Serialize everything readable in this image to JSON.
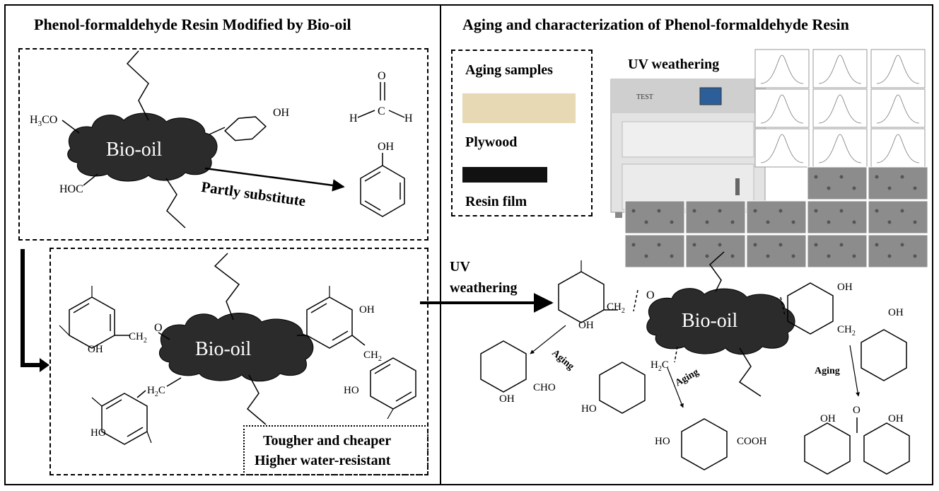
{
  "left_panel": {
    "title": "Phenol-formaldehyde Resin Modified by Bio-oil",
    "biooil_label": "Bio-oil",
    "substitute_label": "Partly substitute",
    "groups": {
      "h3co": "H3CO",
      "hoc": "HOC",
      "oh": "OH",
      "h": "H",
      "o": "O",
      "ch2": "CH2",
      "ho": "HO",
      "h2c": "H2C"
    },
    "note_line1": "Tougher and cheaper",
    "note_line2": "Higher water-resistant"
  },
  "right_panel": {
    "title": "Aging and characterization of Phenol-formaldehyde Resin",
    "samples_heading": "Aging samples",
    "plywood_label": "Plywood",
    "resin_film_label": "Resin film",
    "uv_label": "UV weathering",
    "arrow_label_line1": "UV",
    "arrow_label_line2": "weathering",
    "biooil_label": "Bio-oil",
    "aging_label": "Aging",
    "cho_label": "CHO",
    "cooh_label": "COOH",
    "chamber_brand": "TEST"
  },
  "colors": {
    "plywood": "#e6d9b4",
    "resin_film": "#111111",
    "cloud": "#2b2b2b",
    "sem": "#8c8c8c",
    "machine": "#e6e6e6"
  }
}
